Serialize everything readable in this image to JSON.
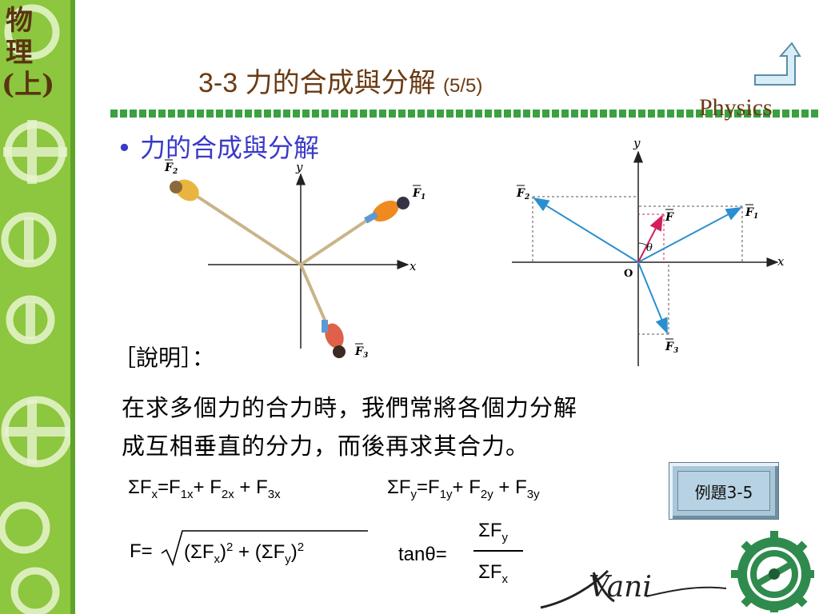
{
  "sidebar": {
    "title": "物理(上)"
  },
  "header": {
    "title": "3-3 力的合成與分解",
    "page": "(5/5)",
    "brand": "Physics"
  },
  "bullet": "力的合成與分解",
  "figure_left": {
    "f1": "F",
    "f1_sub": "1",
    "f2": "F",
    "f2_sub": "2",
    "f3": "F",
    "f3_sub": "3",
    "x": "x",
    "y": "y"
  },
  "figure_right": {
    "f1": "F",
    "f1_sub": "1",
    "f2": "F",
    "f2_sub": "2",
    "f3": "F",
    "f3_sub": "3",
    "f": "F",
    "theta": "θ",
    "origin": "O",
    "x": "x",
    "y": "y"
  },
  "note_label": "［說明］：",
  "body": {
    "line1": "在求多個力的合力時，我們常將各個力分解",
    "line2": "成互相垂直的分力，而後再求其合力。"
  },
  "formulas": {
    "sum_symbol": "Σ",
    "fx_sub": "x",
    "fy_sub": "y",
    "t1x": "1x",
    "t2x": "2x",
    "t3x": "3x",
    "t1y": "1y",
    "t2y": "2y",
    "t3y": "3y",
    "F": "F",
    "eq": "=",
    "plus": "+",
    "magnitude_lhs": "F=",
    "sq": "2",
    "tan_lhs": "tanθ="
  },
  "example_button": "例題3-5",
  "logo_text": "Vani",
  "colors": {
    "sidebar": "#8dc63f",
    "title": "#6b3a12",
    "bullet": "#3a3ac8",
    "vector": "#2a8fd0",
    "resultant": "#d0205a"
  }
}
